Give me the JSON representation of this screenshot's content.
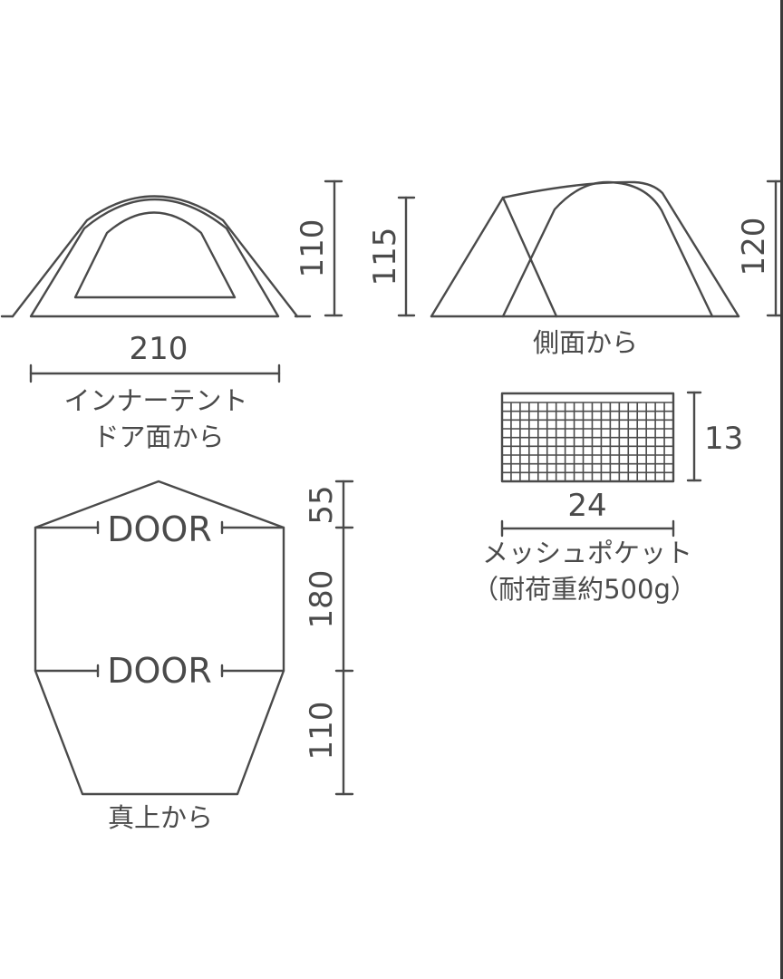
{
  "colors": {
    "line": "#4a4a4a",
    "background": "#ffffff",
    "edge": "#3a3a3a"
  },
  "front_view": {
    "height_label": "110",
    "width_label": "210",
    "caption_line1": "インナーテント",
    "caption_line2": "ドア面から"
  },
  "side_view": {
    "left_height_label": "115",
    "right_height_label": "120",
    "caption": "側面から"
  },
  "mesh_pocket": {
    "height_label": "13",
    "width_label": "24",
    "caption_line1": "メッシュポケット",
    "caption_line2": "（耐荷重約500g）",
    "grid_columns": 19,
    "grid_rows": 9
  },
  "top_view": {
    "door_top_label": "DOOR",
    "door_bottom_label": "DOOR",
    "dim_top_label": "55",
    "dim_middle_label": "180",
    "dim_bottom_label": "110",
    "caption": "真上から"
  }
}
